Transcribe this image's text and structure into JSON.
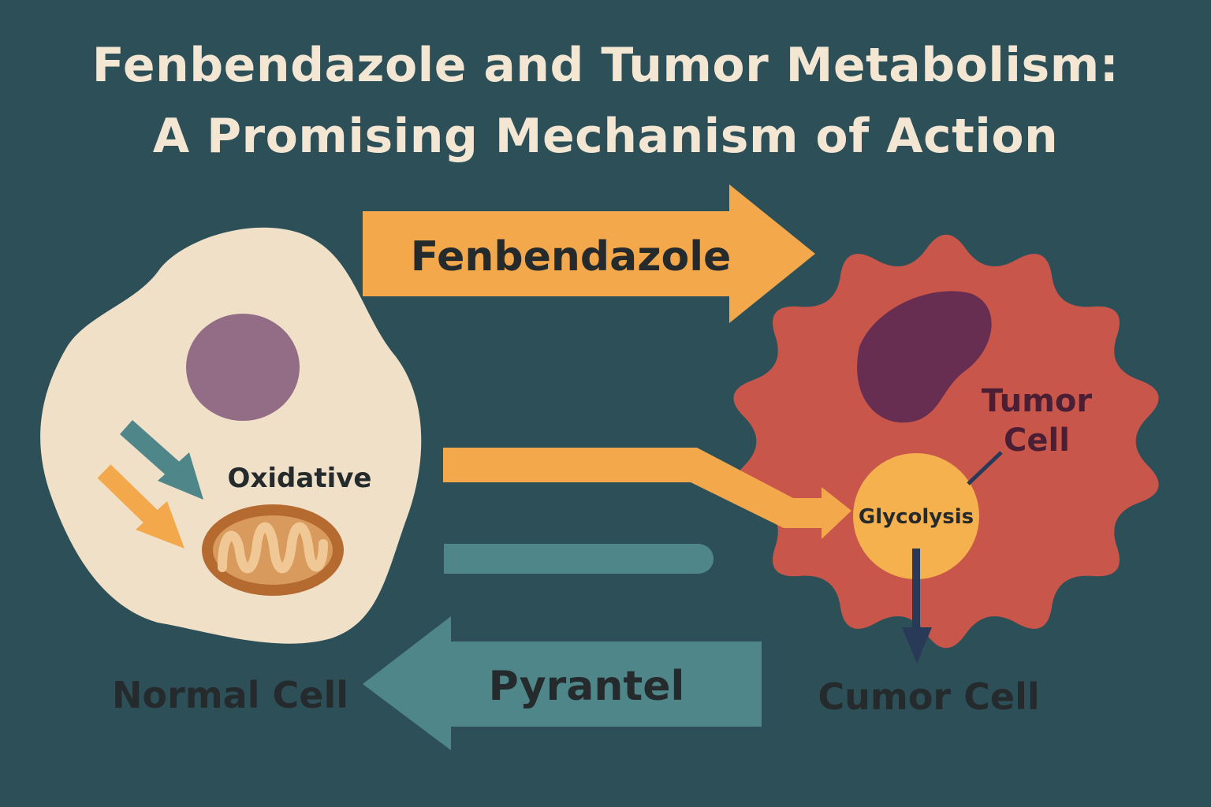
{
  "title": {
    "line1": "Fenbendazole and Tumor Metabolism:",
    "line2": "A Promising Mechanism of Action"
  },
  "labels": {
    "fenbendazole": "Fenbendazole",
    "pyrantel": "Pyrantel",
    "oxidative": "Oxidative",
    "glycolysis": "Glycolysis",
    "tumor_cell_line1": "Tumor",
    "tumor_cell_line2": "Cell",
    "normal_cell": "Normal Cell",
    "cumor_cell": "Cumor Cell"
  },
  "colors": {
    "background": "#2d5058",
    "title": "#f3e6d3",
    "normal_cell": "#f0e0c8",
    "normal_nucleus": "#936c86",
    "tumor_cell": "#c9564a",
    "tumor_nucleus": "#682e51",
    "fenbendazole_arrow": "#f2a84b",
    "pyrantel_arrow": "#4f8689",
    "glycolysis": "#f4b14e",
    "mitochondrion": "#b56a30",
    "mitochondrion_inner": "#e0a870",
    "down_arrow": "#283a58",
    "dark_text": "#252a2c"
  }
}
